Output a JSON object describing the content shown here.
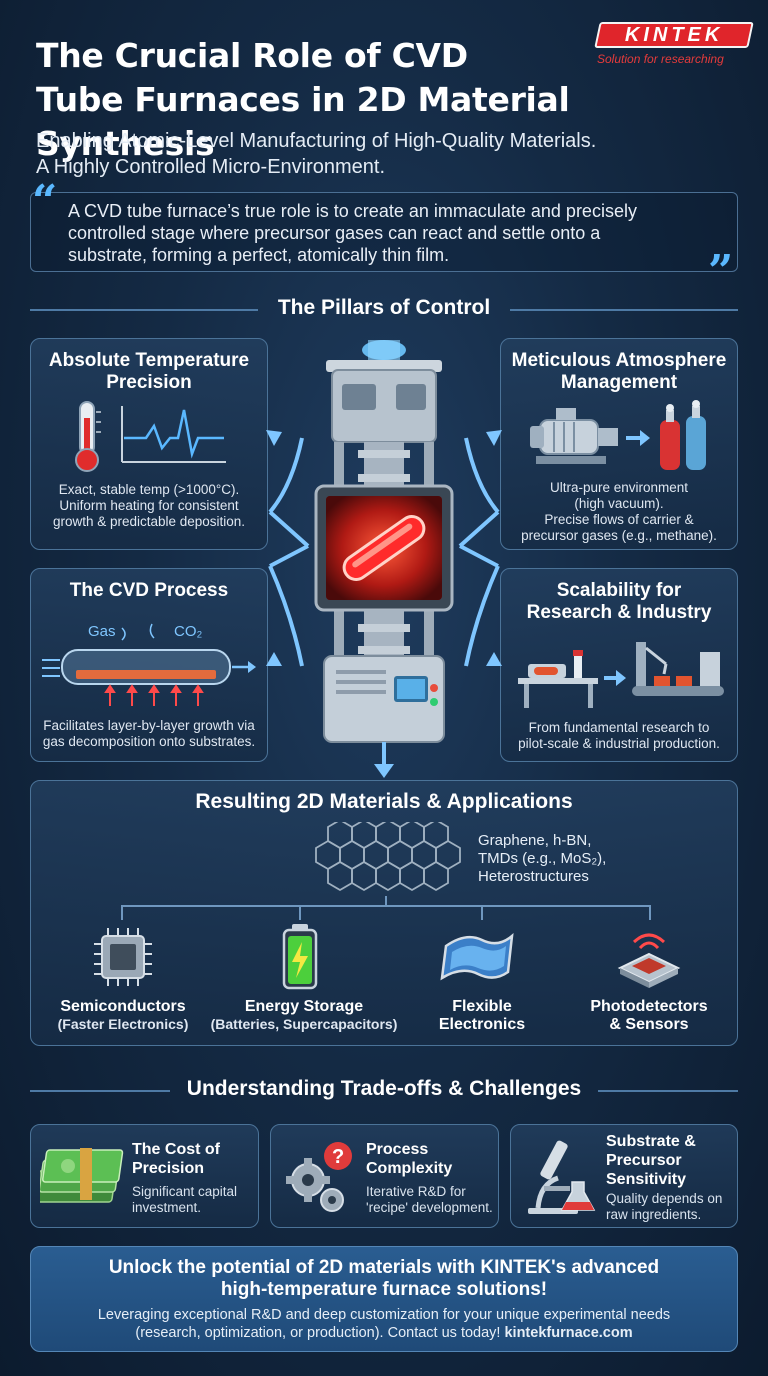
{
  "header": {
    "title_line1": "The Crucial Role of CVD",
    "title_line2": "Tube Furnaces in 2D Material Synthesis",
    "subtitle_line1": "Enabling Atomic-Level Manufacturing of High-Quality Materials.",
    "subtitle_line2": "A Highly Controlled Micro-Environment."
  },
  "logo": {
    "name": "KINTEK",
    "tagline": "Solution for researching",
    "brand_color": "#e0252b"
  },
  "quote": {
    "open_mark": "“",
    "close_mark": "”",
    "line1": "A CVD tube furnace’s true role is to create an immaculate and precisely",
    "line2": "controlled stage where precursor gases can react and settle onto a",
    "line3": "substrate, forming a perfect, atomically thin film."
  },
  "pillars": {
    "section_title": "The Pillars of Control",
    "temperature": {
      "title_line1": "Absolute Temperature",
      "title_line2": "Precision",
      "text_line1": "Exact, stable temp (>1000°C).",
      "text_line2": "Uniform heating for consistent",
      "text_line3": "growth & predictable deposition."
    },
    "process": {
      "title": "The CVD Process",
      "gas_label": "Gas",
      "co2_label": "CO₂",
      "text_line1": "Facilitates layer-by-layer growth via",
      "text_line2": "gas decomposition onto substrates."
    },
    "atmosphere": {
      "title_line1": "Meticulous Atmosphere",
      "title_line2": "Management",
      "text_line1": "Ultra-pure environment",
      "text_line2": "(high vacuum).",
      "text_line3": "Precise flows of carrier &",
      "text_line4": "precursor gases (e.g., methane)."
    },
    "scalability": {
      "title_line1": "Scalability for",
      "title_line2": "Research & Industry",
      "text_line1": "From fundamental research to",
      "text_line2": "pilot-scale & industrial production."
    }
  },
  "results": {
    "title": "Resulting 2D Materials & Applications",
    "materials_line1": "Graphene, h-BN,",
    "materials_line2": "TMDs (e.g., MoS₂),",
    "materials_line3": "Heterostructures",
    "apps": [
      {
        "label": "Semiconductors",
        "sub": "(Faster Electronics)"
      },
      {
        "label": "Energy Storage",
        "sub": "(Batteries, Supercapacitors)"
      },
      {
        "label": "Flexible",
        "sub": "Electronics"
      },
      {
        "label": "Photodetectors",
        "sub": "& Sensors"
      }
    ]
  },
  "tradeoffs": {
    "section_title": "Understanding Trade-offs & Challenges",
    "cards": [
      {
        "title_line1": "The Cost of",
        "title_line2": "Precision",
        "text_line1": "Significant capital",
        "text_line2": "investment."
      },
      {
        "title_line1": "Process",
        "title_line2": "Complexity",
        "text_line1": "Iterative R&D for",
        "text_line2": "'recipe' development."
      },
      {
        "title_line1": "Substrate &",
        "title_line2": "Precursor",
        "title_line3": "Sensitivity",
        "text_line1": "Quality depends on",
        "text_line2": "raw ingredients."
      }
    ]
  },
  "cta": {
    "title_line1": "Unlock the potential of 2D materials with KINTEK's advanced",
    "title_line2": "high-temperature furnace solutions!",
    "text_line1": "Leveraging exceptional R&D and deep customization for your unique experimental needs",
    "text_line2a": "(research, optimization, or production). Contact us today! ",
    "text_line2b": "kintekfurnace.com"
  },
  "colors": {
    "accent": "#5ab8ff",
    "heat": "#ff3b3b",
    "background": "#142a44"
  },
  "icons": [
    "thermometer-icon",
    "heartbeat-graph-icon",
    "vacuum-pump-icon",
    "gas-cylinder-icon",
    "cvd-tube-icon",
    "lab-bench-icon",
    "conveyor-icon",
    "graphene-lattice-icon",
    "chip-icon",
    "battery-icon",
    "flexible-screen-icon",
    "sensor-icon",
    "money-icon",
    "gears-question-icon",
    "microscope-icon"
  ]
}
